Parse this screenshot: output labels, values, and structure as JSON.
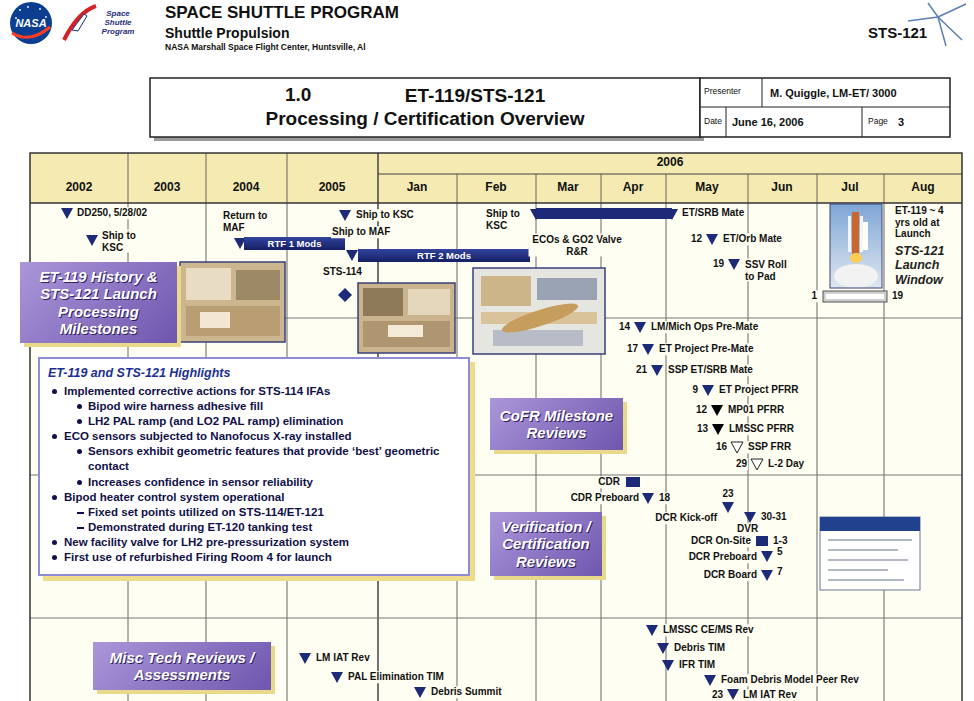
{
  "diagram": {
    "title": "ET-119/STS-121 Processing / Certification Overview",
    "nodes": [
      {
        "text": [
          "RTF 1 Mods"
        ]
      },
      {
        "text": [
          "RTF 2 Mods"
        ]
      },
      {
        "text": [
          "ET-119 History & STS-121 Launch Processing Milestones"
        ]
      },
      {
        "text": [
          "ET-119 and STS-121 Highlights",
          "Implemented corrective actions for STS-114 IFAs",
          "Bipod wire harness adhesive fill",
          "LH2 PAL ramp (and LO2 PAL ramp) elimination",
          "ECO sensors subjected to Nanofocus X-ray installed",
          "Sensors exhibit geometric features that provide ‘best’ geometric contact",
          "Increases confidence in sensor reliability",
          "Bipod heater control system operational",
          "Fixed set points utilized on STS-114/ET-121",
          "Demonstrated during ET-120 tanking test",
          "New facility valve for LH2 pre-pressurization system",
          "First use of refurbished Firing Room 4 for launch"
        ]
      },
      {
        "text": [
          "CoFR Milestone Reviews"
        ]
      },
      {
        "text": [
          "Verification / Certification Reviews"
        ]
      },
      {
        "text": [
          "Misc Tech Reviews / Assessments"
        ]
      }
    ],
    "labels": [
      "NASA",
      "Space Shuttle Program",
      "SPACE SHUTTLE PROGRAM",
      "Shuttle Propulsion",
      "NASA Marshall Space Flight Center, Huntsville, Al",
      "STS-121",
      "1.0",
      "Presenter",
      "M. Quiggle, LM-ET/ 3000",
      "Date",
      "June 16, 2006",
      "Page",
      "3",
      "2006",
      "2002",
      "2003",
      "2004",
      "2005",
      "Jan",
      "Feb",
      "Mar",
      "Apr",
      "May",
      "Jun",
      "Jul",
      "Aug",
      "DD250, 5/28/02",
      "Ship to KSC",
      "Return to MAF",
      "Ship to KSC",
      "Ship to MAF",
      "STS-114",
      "Ship to KSC",
      "ECOs & GO2 Valve R&R",
      "ET/SRB Mate",
      "12",
      "ET/Orb Mate",
      "19",
      "SSV Roll to Pad",
      "1",
      "19",
      "ET-119 ~ 4 yrs old at Launch",
      "STS-121 Launch Window",
      "14",
      "LM/Mich Ops Pre-Mate",
      "17",
      "ET Project Pre-Mate",
      "21",
      "SSP ET/SRB Mate",
      "9",
      "ET Project PFRR",
      "12",
      "MP01 PFRR",
      "13",
      "LMSSC PFRR",
      "16",
      "SSP FRR",
      "29",
      "L-2 Day",
      "CDR",
      "CDR Preboard",
      "18",
      "23",
      "DCR Kick-off",
      "DVR",
      "30-31",
      "DCR On-Site",
      "1-3",
      "DCR Preboard",
      "5",
      "DCR Board",
      "7",
      "LM IAT Rev",
      "PAL Elimination TIM",
      "Debris Summit",
      "LMSSC CE/MS Rev",
      "Debris TIM",
      "IFR TIM",
      "Foam Debris Model Peer Rev",
      "23",
      "LM IAT Rev"
    ]
  }
}
